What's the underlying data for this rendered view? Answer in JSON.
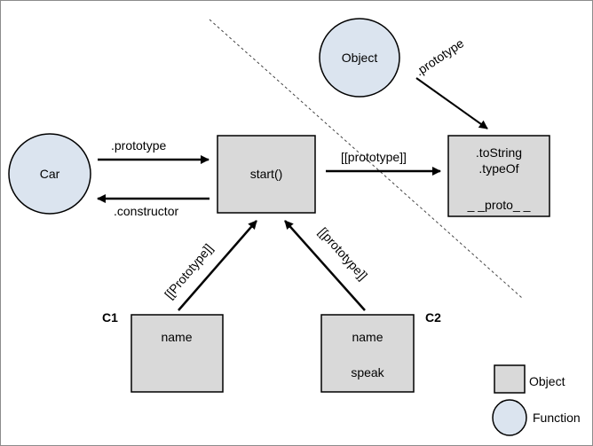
{
  "colors": {
    "object_box_fill": "#d9d9d9",
    "function_circle_fill": "#dbe4ef",
    "stroke": "#000000",
    "divider": "#444444"
  },
  "nodes": {
    "object_fn": {
      "label": "Object"
    },
    "car_fn": {
      "label": "Car"
    },
    "car_prototype": {
      "label": "start()"
    },
    "object_prototype": {
      "line1": ".toString",
      "line2": ".typeOf",
      "line3": "_ _proto_ _"
    },
    "c1": {
      "tag": "C1",
      "label": "name"
    },
    "c2": {
      "tag": "C2",
      "label1": "name",
      "label2": "speak"
    }
  },
  "edges": {
    "car_prototype": ".prototype",
    "car_constructor": ".constructor",
    "start_proto": "[[prototype]]",
    "object_prototype": ".prototype",
    "c1_proto": "[[Prototype]]",
    "c2_proto": "[[prototype]]"
  },
  "legend": {
    "object": "Object",
    "function": "Function"
  }
}
